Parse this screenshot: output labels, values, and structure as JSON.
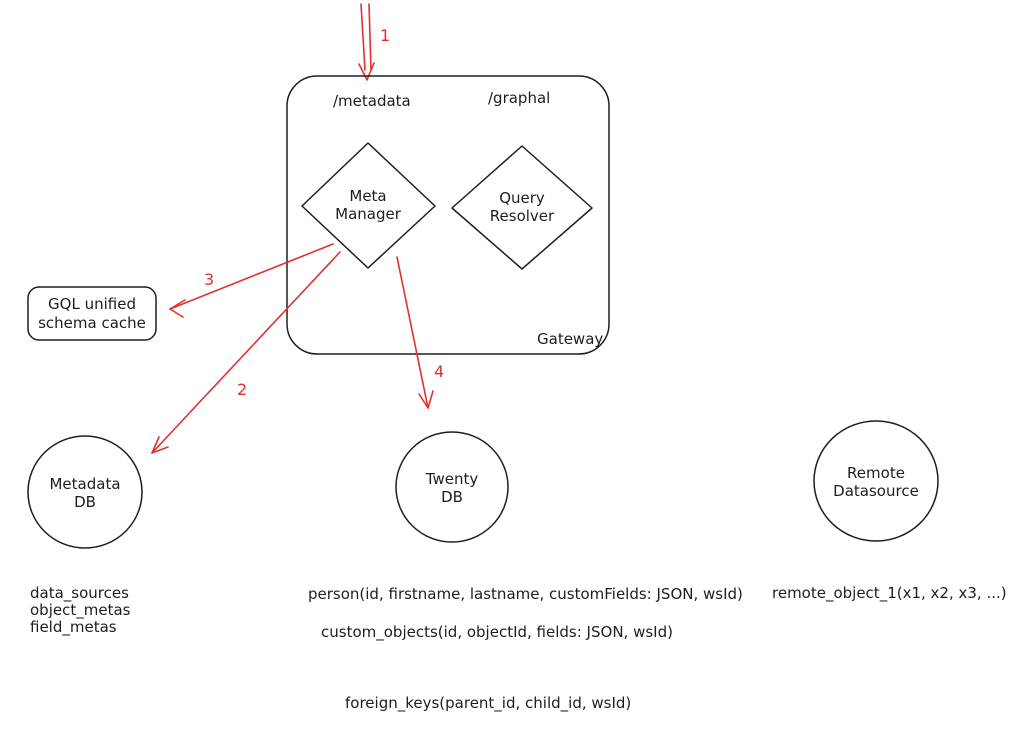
{
  "diagram": {
    "gateway": {
      "label": "Gateway",
      "endpoints": {
        "metadata": "/metadata",
        "graphql": "/graphal"
      },
      "meta_manager": {
        "line1": "Meta",
        "line2": "Manager"
      },
      "query_resolver": {
        "line1": "Query",
        "line2": "Resolver"
      }
    },
    "schema_cache": {
      "line1": "GQL unified",
      "line2": "schema cache"
    },
    "metadata_db": {
      "line1": "Metadata",
      "line2": "DB"
    },
    "twenty_db": {
      "line1": "Twenty",
      "line2": "DB"
    },
    "remote_datasource": {
      "line1": "Remote",
      "line2": "Datasource"
    },
    "arrow_labels": {
      "step1": "1",
      "step2": "2",
      "step3": "3",
      "step4": "4"
    },
    "metadata_db_tables": [
      "data_sources",
      "object_metas",
      "field_metas"
    ],
    "twenty_db_tables": [
      "person(id, firstname, lastname, customFields: JSON, wsId)",
      "custom_objects(id, objectId, fields: JSON, wsId)",
      "foreign_keys(parent_id, child_id, wsId)"
    ],
    "remote_tables": [
      "remote_object_1(x1, x2, x3, ...)"
    ],
    "colors": {
      "ink": "#1e1e1e",
      "accent": "#e03131"
    }
  }
}
